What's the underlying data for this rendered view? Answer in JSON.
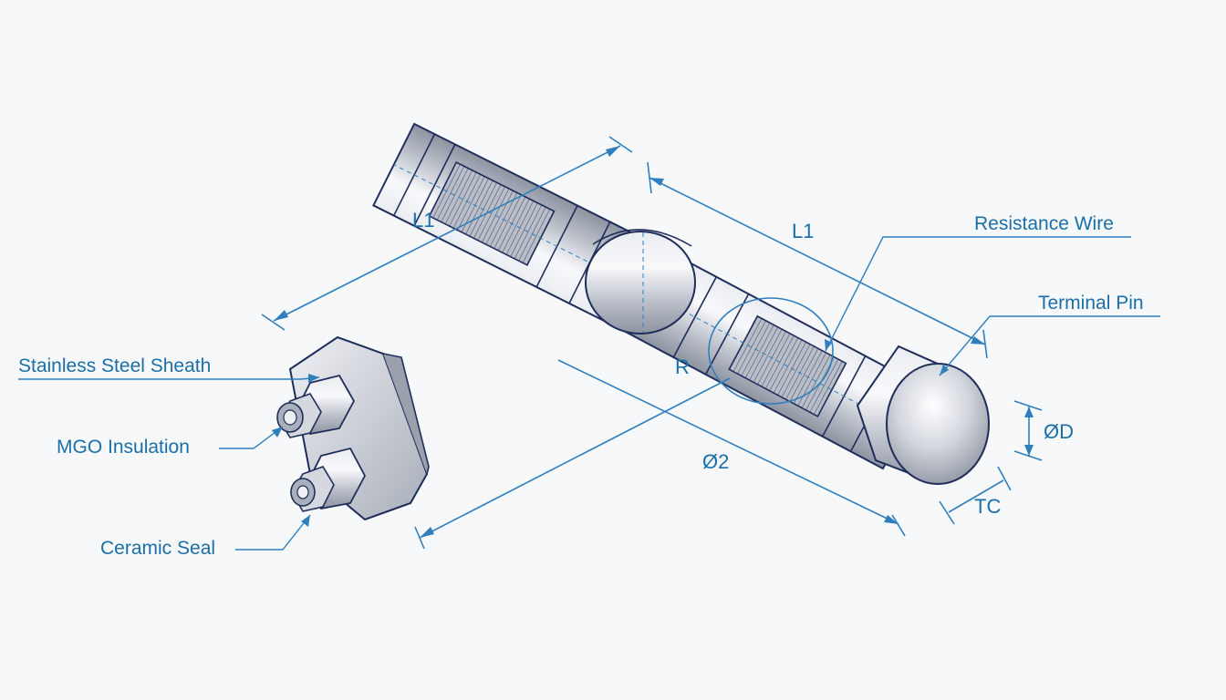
{
  "callouts": {
    "sheath": "Stainless Steel Sheath",
    "insulation": "MGO Insulation",
    "seal": "Ceramic Seal",
    "resistance_wire": "Resistance Wire",
    "terminal_pin": "Terminal Pin"
  },
  "dimensions": {
    "length_left": "L1",
    "length_right": "L1",
    "bend_radius": "R",
    "diameter_2": "Ø2",
    "diameter_d": "ØD",
    "tc": "TC"
  },
  "colors": {
    "annotation": "#1b6fa8",
    "outline": "#1f2d5a",
    "metal": "#c7cbd3",
    "background": "#f7f8fa"
  }
}
